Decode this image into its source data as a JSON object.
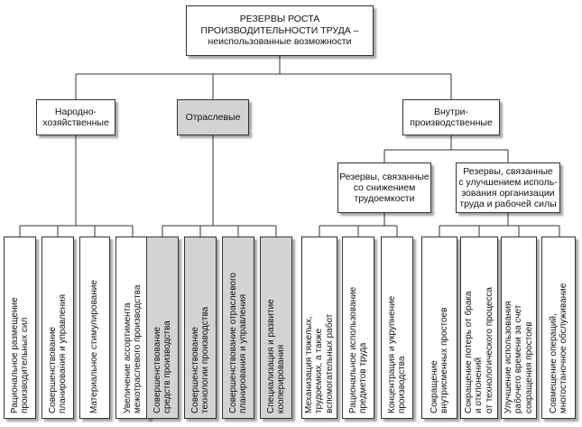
{
  "root": {
    "label": "РЕЗЕРВЫ РОСТА\nПРОИЗВОДИТЕЛЬНОСТИ ТРУДА –\nнеиспользованные возможности"
  },
  "level1": {
    "national": "Народно-\nхозяйственные",
    "sectoral": "Отраслевые",
    "intra": "Внутри-\nпроизводственные"
  },
  "level2": {
    "labor_intensity": "Резервы, связанные\nсо снижением\nтрудоемкости",
    "organization": "Резервы, связанные\nс улучшением исполь-\nзования организации\nтруда и рабочей силы"
  },
  "leaves": {
    "national": [
      "Рациональное размещение\nпроизводительных сил",
      "Совершенствование\nпланирования и управления",
      "Материальное стимулирование",
      "Увеличение ассортимента\nмежотраслевого производства"
    ],
    "sectoral": [
      "Совершенствование\nсредств производства",
      "Совершенствование\nтехнологии производства",
      "Совершенствование отраслевого\nпланирования и управления",
      "Специализация и развитие\nкооперирования"
    ],
    "labor_intensity": [
      "Механизация тяжелых,\nтрудоемких, а также\nвспомогательных работ",
      "Рациональное использование\nпредметов труда",
      "Концентрация и укрупнение\nпроизводства"
    ],
    "organization": [
      "Сокращение\nвнутрисменных простоев",
      "Сокращение потерь от брака\nи отклонений\nот технологического процесса",
      "Улучшение использования\nрабочего времени за счет\nсокращения простоев",
      "Совмещение операций,\nмногостаночное обслуживание"
    ]
  },
  "colors": {
    "line": "#333333",
    "box_fill": "#ffffff",
    "highlight_fill": "#d3d3d3"
  }
}
